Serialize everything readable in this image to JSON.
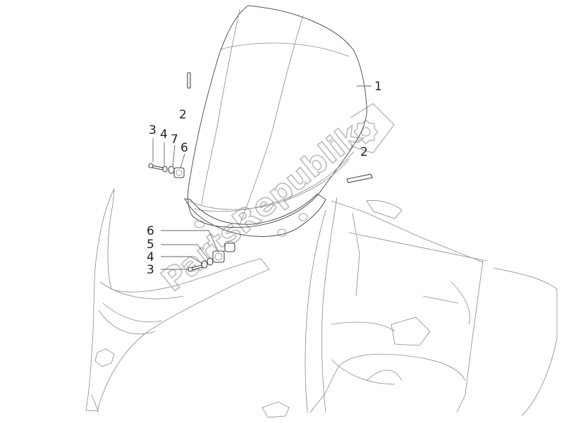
{
  "diagram": {
    "watermark_text": "PartsRepublik",
    "colors": {
      "line": "#555555",
      "light_line": "#8a8a8a",
      "watermark": "#bbbbbb",
      "callout_text": "#222222"
    },
    "callouts": [
      {
        "id": "c1",
        "label": "1"
      },
      {
        "id": "c2a",
        "label": "2"
      },
      {
        "id": "c2b",
        "label": "2"
      },
      {
        "id": "c3a",
        "label": "3"
      },
      {
        "id": "c4a",
        "label": "4"
      },
      {
        "id": "c7",
        "label": "7"
      },
      {
        "id": "c6a",
        "label": "6"
      },
      {
        "id": "c6b",
        "label": "6"
      },
      {
        "id": "c5",
        "label": "5"
      },
      {
        "id": "c4b",
        "label": "4"
      },
      {
        "id": "c3b",
        "label": "3"
      }
    ]
  }
}
